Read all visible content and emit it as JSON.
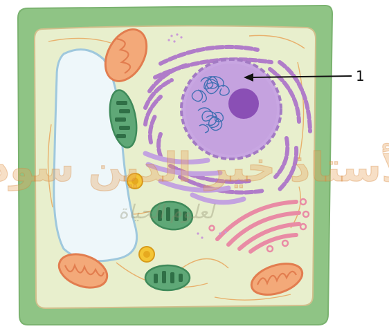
{
  "diagram": {
    "label_number": "1"
  },
  "watermark": {
    "main_text": "الأستاذ خير الدين سودة",
    "sub_text": "لعلوم الحياة"
  }
}
